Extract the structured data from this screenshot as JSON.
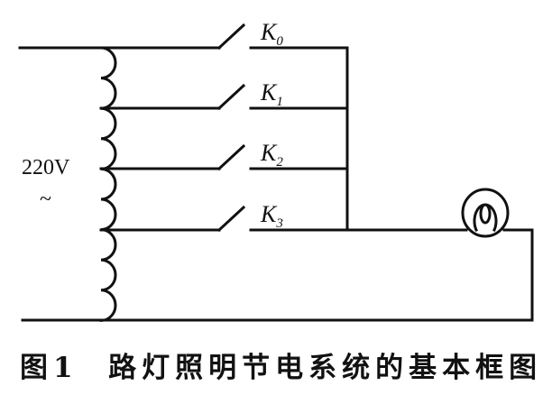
{
  "source": {
    "voltage_label": "220V",
    "ac_symbol": "~"
  },
  "switches": [
    {
      "letter": "K",
      "sub": "0"
    },
    {
      "letter": "K",
      "sub": "1"
    },
    {
      "letter": "K",
      "sub": "2"
    },
    {
      "letter": "K",
      "sub": "3"
    }
  ],
  "caption": "图1  路灯照明节电系统的基本框图"
}
